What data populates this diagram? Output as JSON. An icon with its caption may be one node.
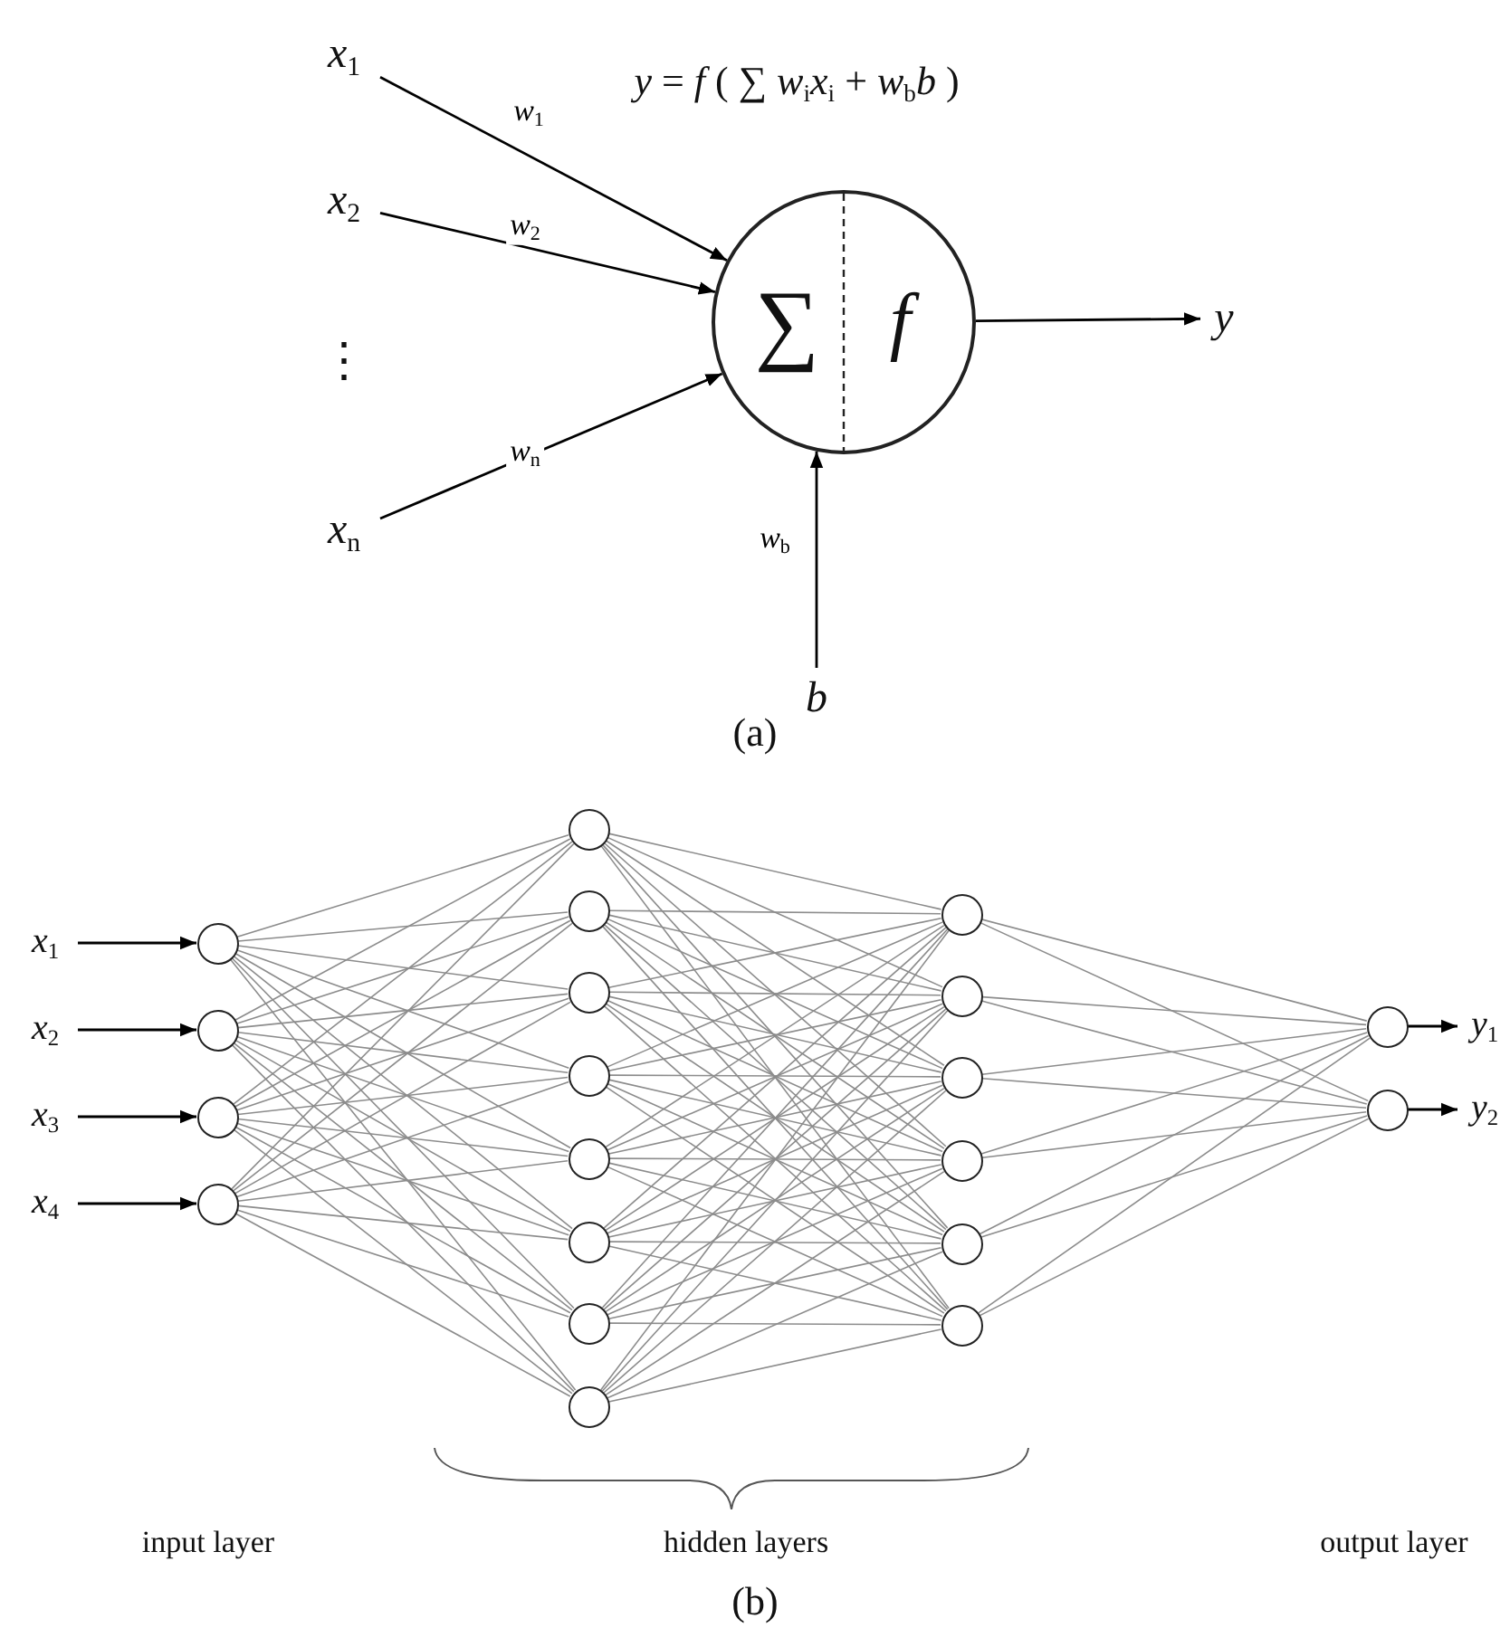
{
  "diagram": {
    "nodes": [
      {
        "text": [
          "*x*$_{1}$"
        ]
      },
      {
        "text": [
          "*x*$_{2}$"
        ]
      },
      {
        "text": [
          "*x*$_{n}$"
        ]
      },
      {
        "text": [
          "∑",
          "f"
        ]
      },
      {
        "text": [
          "y"
        ]
      },
      {
        "text": [
          "b"
        ]
      },
      {
        "text": [
          "*x*$_{1}$"
        ]
      },
      {
        "text": [
          "*x*$_{2}$"
        ]
      },
      {
        "text": [
          "*x*$_{3}$"
        ]
      },
      {
        "text": [
          "*x*$_{4}$"
        ]
      },
      {
        "text": [],
        "shape": "circle"
      },
      {
        "text": [],
        "shape": "circle"
      },
      {
        "text": [],
        "shape": "circle"
      },
      {
        "text": [],
        "shape": "circle"
      },
      {
        "text": [],
        "shape": "circle"
      },
      {
        "text": [],
        "shape": "circle"
      },
      {
        "text": [],
        "shape": "circle"
      },
      {
        "text": [],
        "shape": "circle"
      },
      {
        "text": [],
        "shape": "circle"
      },
      {
        "text": [],
        "shape": "circle"
      },
      {
        "text": [],
        "shape": "circle"
      },
      {
        "text": [],
        "shape": "circle"
      },
      {
        "text": [],
        "shape": "circle"
      },
      {
        "text": [],
        "shape": "circle"
      },
      {
        "text": [],
        "shape": "circle"
      },
      {
        "text": [],
        "shape": "circle"
      },
      {
        "text": [],
        "shape": "circle"
      },
      {
        "text": [],
        "shape": "circle"
      },
      {
        "text": [],
        "shape": "circle"
      },
      {
        "text": [],
        "shape": "circle"
      },
      {
        "text": [
          "*y*$_{1}$"
        ]
      },
      {
        "text": [
          "*y*$_{2}$"
        ]
      }
    ],
    "edges": [
      {
        "from": 0,
        "to": 3,
        "arrow": "to",
        "label": "*w*$_{1}$",
        "color": "#000000"
      },
      {
        "from": 1,
        "to": 3,
        "arrow": "to",
        "label": "*w*$_{2}$",
        "color": "#000000"
      },
      {
        "from": 2,
        "to": 3,
        "arrow": "to",
        "label": "*w*$_{n}$",
        "color": "#000000"
      },
      {
        "from": 5,
        "to": 3,
        "arrow": "to",
        "label": "*w*$_{b}$",
        "color": "#000000"
      },
      {
        "from": 3,
        "to": 4,
        "arrow": "to",
        "color": "#000000"
      },
      {
        "from": 6,
        "to": 10,
        "arrow": "to",
        "color": "#000000"
      },
      {
        "from": 7,
        "to": 11,
        "arrow": "to",
        "color": "#000000"
      },
      {
        "from": 8,
        "to": 12,
        "arrow": "to",
        "color": "#000000"
      },
      {
        "from": 9,
        "to": 13,
        "arrow": "to",
        "color": "#000000"
      },
      {
        "from": 10,
        "to": 14,
        "arrow": "none"
      },
      {
        "from": 10,
        "to": 15,
        "arrow": "none"
      },
      {
        "from": 10,
        "to": 16,
        "arrow": "none"
      },
      {
        "from": 10,
        "to": 17,
        "arrow": "none"
      },
      {
        "from": 10,
        "to": 18,
        "arrow": "none"
      },
      {
        "from": 10,
        "to": 19,
        "arrow": "none"
      },
      {
        "from": 10,
        "to": 20,
        "arrow": "none"
      },
      {
        "from": 10,
        "to": 21,
        "arrow": "none"
      },
      {
        "from": 11,
        "to": 14,
        "arrow": "none"
      },
      {
        "from": 11,
        "to": 15,
        "arrow": "none"
      },
      {
        "from": 11,
        "to": 16,
        "arrow": "none"
      },
      {
        "from": 11,
        "to": 17,
        "arrow": "none"
      },
      {
        "from": 11,
        "to": 18,
        "arrow": "none"
      },
      {
        "from": 11,
        "to": 19,
        "arrow": "none"
      },
      {
        "from": 11,
        "to": 20,
        "arrow": "none"
      },
      {
        "from": 11,
        "to": 21,
        "arrow": "none"
      },
      {
        "from": 12,
        "to": 14,
        "arrow": "none"
      },
      {
        "from": 12,
        "to": 15,
        "arrow": "none"
      },
      {
        "from": 12,
        "to": 16,
        "arrow": "none"
      },
      {
        "from": 12,
        "to": 17,
        "arrow": "none"
      },
      {
        "from": 12,
        "to": 18,
        "arrow": "none"
      },
      {
        "from": 12,
        "to": 19,
        "arrow": "none"
      },
      {
        "from": 12,
        "to": 20,
        "arrow": "none"
      },
      {
        "from": 12,
        "to": 21,
        "arrow": "none"
      },
      {
        "from": 13,
        "to": 14,
        "arrow": "none"
      },
      {
        "from": 13,
        "to": 15,
        "arrow": "none"
      },
      {
        "from": 13,
        "to": 16,
        "arrow": "none"
      },
      {
        "from": 13,
        "to": 17,
        "arrow": "none"
      },
      {
        "from": 13,
        "to": 18,
        "arrow": "none"
      },
      {
        "from": 13,
        "to": 19,
        "arrow": "none"
      },
      {
        "from": 13,
        "to": 20,
        "arrow": "none"
      },
      {
        "from": 13,
        "to": 21,
        "arrow": "none"
      },
      {
        "from": 14,
        "to": 22,
        "arrow": "none"
      },
      {
        "from": 14,
        "to": 23,
        "arrow": "none"
      },
      {
        "from": 14,
        "to": 24,
        "arrow": "none"
      },
      {
        "from": 14,
        "to": 25,
        "arrow": "none"
      },
      {
        "from": 14,
        "to": 26,
        "arrow": "none"
      },
      {
        "from": 14,
        "to": 27,
        "arrow": "none"
      },
      {
        "from": 15,
        "to": 22,
        "arrow": "none"
      },
      {
        "from": 15,
        "to": 23,
        "arrow": "none"
      },
      {
        "from": 15,
        "to": 24,
        "arrow": "none"
      },
      {
        "from": 15,
        "to": 25,
        "arrow": "none"
      },
      {
        "from": 15,
        "to": 26,
        "arrow": "none"
      },
      {
        "from": 15,
        "to": 27,
        "arrow": "none"
      },
      {
        "from": 16,
        "to": 22,
        "arrow": "none"
      },
      {
        "from": 16,
        "to": 23,
        "arrow": "none"
      },
      {
        "from": 16,
        "to": 24,
        "arrow": "none"
      },
      {
        "from": 16,
        "to": 25,
        "arrow": "none"
      },
      {
        "from": 16,
        "to": 26,
        "arrow": "none"
      },
      {
        "from": 16,
        "to": 27,
        "arrow": "none"
      },
      {
        "from": 17,
        "to": 22,
        "arrow": "none"
      },
      {
        "from": 17,
        "to": 23,
        "arrow": "none"
      },
      {
        "from": 17,
        "to": 24,
        "arrow": "none"
      },
      {
        "from": 17,
        "to": 25,
        "arrow": "none"
      },
      {
        "from": 17,
        "to": 26,
        "arrow": "none"
      },
      {
        "from": 17,
        "to": 27,
        "arrow": "none"
      },
      {
        "from": 18,
        "to": 22,
        "arrow": "none"
      },
      {
        "from": 18,
        "to": 23,
        "arrow": "none"
      },
      {
        "from": 18,
        "to": 24,
        "arrow": "none"
      },
      {
        "from": 18,
        "to": 25,
        "arrow": "none"
      },
      {
        "from": 18,
        "to": 26,
        "arrow": "none"
      },
      {
        "from": 18,
        "to": 27,
        "arrow": "none"
      },
      {
        "from": 19,
        "to": 22,
        "arrow": "none"
      },
      {
        "from": 19,
        "to": 23,
        "arrow": "none"
      },
      {
        "from": 19,
        "to": 24,
        "arrow": "none"
      },
      {
        "from": 19,
        "to": 25,
        "arrow": "none"
      },
      {
        "from": 19,
        "to": 26,
        "arrow": "none"
      },
      {
        "from": 19,
        "to": 27,
        "arrow": "none"
      },
      {
        "from": 20,
        "to": 22,
        "arrow": "none"
      },
      {
        "from": 20,
        "to": 23,
        "arrow": "none"
      },
      {
        "from": 20,
        "to": 24,
        "arrow": "none"
      },
      {
        "from": 20,
        "to": 25,
        "arrow": "none"
      },
      {
        "from": 20,
        "to": 26,
        "arrow": "none"
      },
      {
        "from": 20,
        "to": 27,
        "arrow": "none"
      },
      {
        "from": 21,
        "to": 22,
        "arrow": "none"
      },
      {
        "from": 21,
        "to": 23,
        "arrow": "none"
      },
      {
        "from": 21,
        "to": 24,
        "arrow": "none"
      },
      {
        "from": 21,
        "to": 25,
        "arrow": "none"
      },
      {
        "from": 21,
        "to": 26,
        "arrow": "none"
      },
      {
        "from": 21,
        "to": 27,
        "arrow": "none"
      },
      {
        "from": 22,
        "to": 28,
        "arrow": "none"
      },
      {
        "from": 22,
        "to": 29,
        "arrow": "none"
      },
      {
        "from": 23,
        "to": 28,
        "arrow": "none"
      },
      {
        "from": 23,
        "to": 29,
        "arrow": "none"
      },
      {
        "from": 24,
        "to": 28,
        "arrow": "none"
      },
      {
        "from": 24,
        "to": 29,
        "arrow": "none"
      },
      {
        "from": 25,
        "to": 28,
        "arrow": "none"
      },
      {
        "from": 25,
        "to": 29,
        "arrow": "none"
      },
      {
        "from": 26,
        "to": 28,
        "arrow": "none"
      },
      {
        "from": 26,
        "to": 29,
        "arrow": "none"
      },
      {
        "from": 27,
        "to": 28,
        "arrow": "none"
      },
      {
        "from": 27,
        "to": 29,
        "arrow": "none"
      },
      {
        "from": 28,
        "to": 30,
        "arrow": "to",
        "color": "#000000"
      },
      {
        "from": 29,
        "to": 31,
        "arrow": "to",
        "color": "#000000"
      }
    ],
    "labels": [
      "*y* = *f* ( ∑ *w*$_{i}$*x*$_{i}$ + *w*$_{b}$*b* )",
      "⋮",
      "(a)",
      "input layer",
      "hidden layers",
      "output layer",
      "(b)"
    ]
  }
}
